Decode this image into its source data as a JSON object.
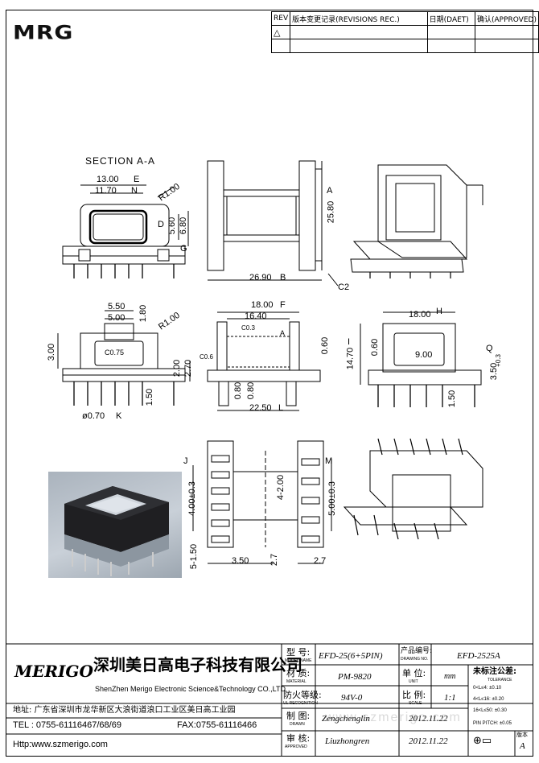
{
  "logo_text": "MRG",
  "revision_table": {
    "headers": [
      "REV",
      "版本变更记录(REVISIONS REC.)",
      "日期(DAET)",
      "确认(APPROVED)"
    ]
  },
  "drawing": {
    "section_label": "SECTION A-A",
    "callouts": [
      "A",
      "B",
      "C2",
      "M",
      "E",
      "N",
      "G",
      "F",
      "D",
      "H",
      "I",
      "J",
      "K",
      "L",
      "Q"
    ],
    "dims": {
      "d1300": "13.00",
      "d1170": "11.70",
      "r100a": "R1.00",
      "d560": "5.60",
      "d680": "6.80",
      "d2580": "25.80",
      "d2690": "26.90",
      "c2": "C2",
      "d550": "5.50",
      "d500": "5.00",
      "d180": "1.80",
      "r100b": "R1.00",
      "d300": "3.00",
      "c075": "C0.75",
      "d200": "2.00",
      "d270": "2.70",
      "d150a": "1.50",
      "d070": "ø0.70",
      "d1800a": "18.00",
      "d1640": "16.40",
      "c03": "C0.3",
      "c06": "C0.6",
      "d060a": "0.60",
      "d080a": "0.80",
      "d080b": "0.80",
      "d2250": "22.50",
      "aMark": "A",
      "d1800b": "18.00",
      "d1470": "14.70",
      "d060b": "0.60",
      "d900": "9.00",
      "d350a": "3.50",
      "d150b": "1.50",
      "d400": "4.00±0.3",
      "d4200": "4-2.00",
      "d500b": "5.00±0.3",
      "d5150": "5-1.50",
      "d350b": "3.50",
      "d27a": "2.7",
      "d27b": "2.7",
      "tol03": "+0.3"
    }
  },
  "title_block": {
    "company_cn": "深圳美日高电子科技有限公司",
    "company_en": "ShenZhen Merigo Electronic Science&Technology CO.,LTD",
    "brand": "MERIGO",
    "address": "地址: 广东省深圳市龙华新区大浪街道浪口工业区美日高工业园",
    "tel": "TEL : 0755-61116467/68/69",
    "fax": "FAX:0755-61116466",
    "http": "Http:www.szmerigo.com",
    "model_label_cn": "型  号:",
    "model_label_en": "MODEL NAME",
    "model_value": "EFD-25(6+5PIN)",
    "drawing_no_label_cn": "产品编号:",
    "drawing_no_label_en": "DRAWING NO.",
    "drawing_no_value": "EFD-2525A",
    "material_label_cn": "材  质:",
    "material_label_en": "MATERIAL",
    "material_value": "PM-9820",
    "unit_label_cn": "单  位:",
    "unit_label_en": "UNIT",
    "unit_value": "mm",
    "ul_label_cn": "防火等级:",
    "ul_label_en": "UL RECOGNITION",
    "ul_value": "94V-0",
    "scale_label_cn": "比  例:",
    "scale_label_en": "SCALE",
    "scale_value": "1:1",
    "drawn_label_cn": "制  图:",
    "drawn_label_en": "DRAWN",
    "drawn_value": "Zengchenglin",
    "drawn_date": "2012.11.22",
    "approved_label_cn": "审  核:",
    "approved_label_en": "APPROVED",
    "approved_value": "Liuzhongren",
    "approved_date": "2012.11.22",
    "tolerance_title": "未标注公差:",
    "tolerance_en": "TOLERANCE",
    "tolerance_rows": [
      "0<L≤4:  ±0.10",
      "4<L≤16:  ±0.20",
      "16<L≤50:  ±0.30",
      "PIN PITCH: ±0.05"
    ],
    "version_label": "版本",
    "version_value": "A",
    "watermark": "www.szmerigo.com"
  }
}
